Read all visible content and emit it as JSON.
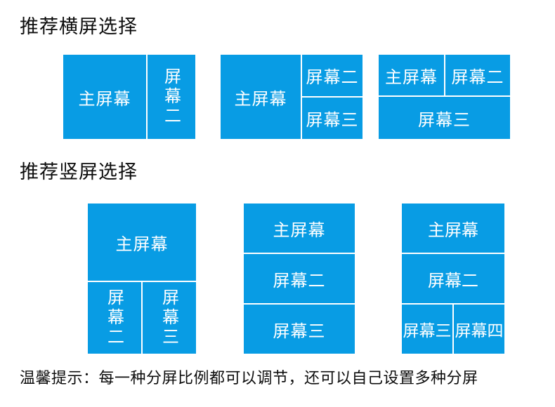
{
  "colors": {
    "screen_tile_blue": "#089ce4",
    "divider_white": "#ffffff",
    "text_dark": "#0d0d0d",
    "text_on_tile": "#ffffff"
  },
  "landscape": {
    "title": "推荐横屏选择",
    "layouts": [
      {
        "id": "landscape-1-main-left-sidebar-right",
        "cells": {
          "main": "主屏幕",
          "second": "屏幕二"
        }
      },
      {
        "id": "landscape-2-main-left-two-stacked-right",
        "cells": {
          "main": "主屏幕",
          "second": "屏幕二",
          "third": "屏幕三"
        }
      },
      {
        "id": "landscape-3-pair-top-full-bottom",
        "cells": {
          "main": "主屏幕",
          "second": "屏幕二",
          "third": "屏幕三"
        }
      }
    ]
  },
  "portrait": {
    "title": "推荐竖屏选择",
    "layouts": [
      {
        "id": "portrait-1-main-top-pair-bottom",
        "cells": {
          "main": "主屏幕",
          "second": "屏幕二",
          "third": "屏幕三"
        }
      },
      {
        "id": "portrait-2-three-rows",
        "cells": {
          "main": "主屏幕",
          "second": "屏幕二",
          "third": "屏幕三"
        }
      },
      {
        "id": "portrait-3-two-rows-pair-bottom",
        "cells": {
          "main": "主屏幕",
          "second": "屏幕二",
          "third": "屏幕三",
          "fourth": "屏幕四"
        }
      }
    ]
  },
  "footer": {
    "tip": "温馨提示：每一种分屏比例都可以调节，还可以自己设置多种分屏"
  }
}
